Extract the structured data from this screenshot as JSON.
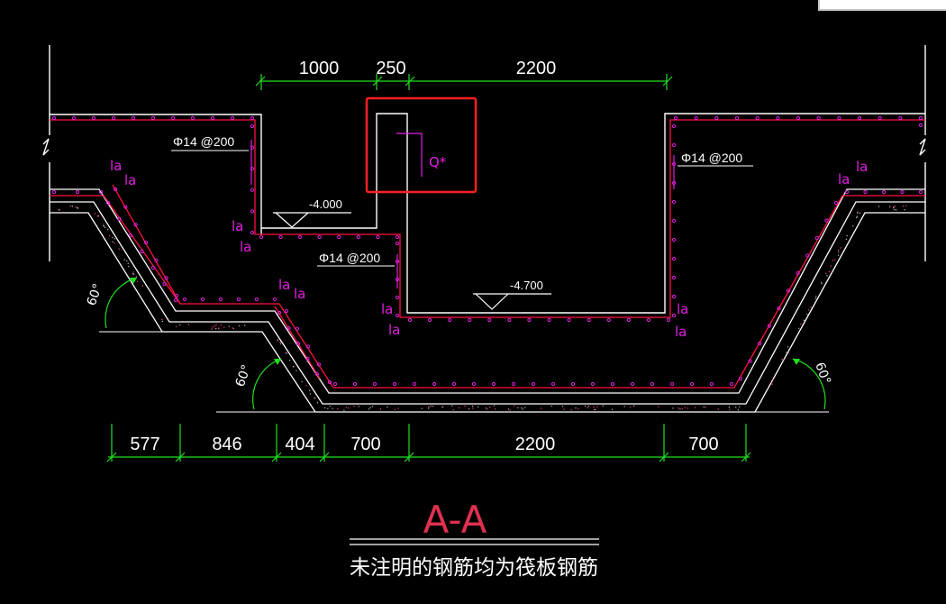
{
  "top_dims": [
    "1000",
    "250",
    "2200"
  ],
  "bottom_dims": [
    "577",
    "846",
    "404",
    "700",
    "2200",
    "700"
  ],
  "rebar_labels": [
    "Φ14 @200",
    "Φ14 @200",
    "Φ14 @200"
  ],
  "elevations": [
    "-4.000",
    "-4.700"
  ],
  "la_label": "la",
  "q_label": "Q*",
  "angle_label": "60°",
  "title": "A-A",
  "note": "未注明的钢筋均为筏板钢筋",
  "colors": {
    "background": "#000000",
    "outline": "#ffffff",
    "rebar": "#ff1040",
    "rebar_dots": "#e020e0",
    "dimension": "#20e020",
    "highlight": "#ff2020"
  }
}
